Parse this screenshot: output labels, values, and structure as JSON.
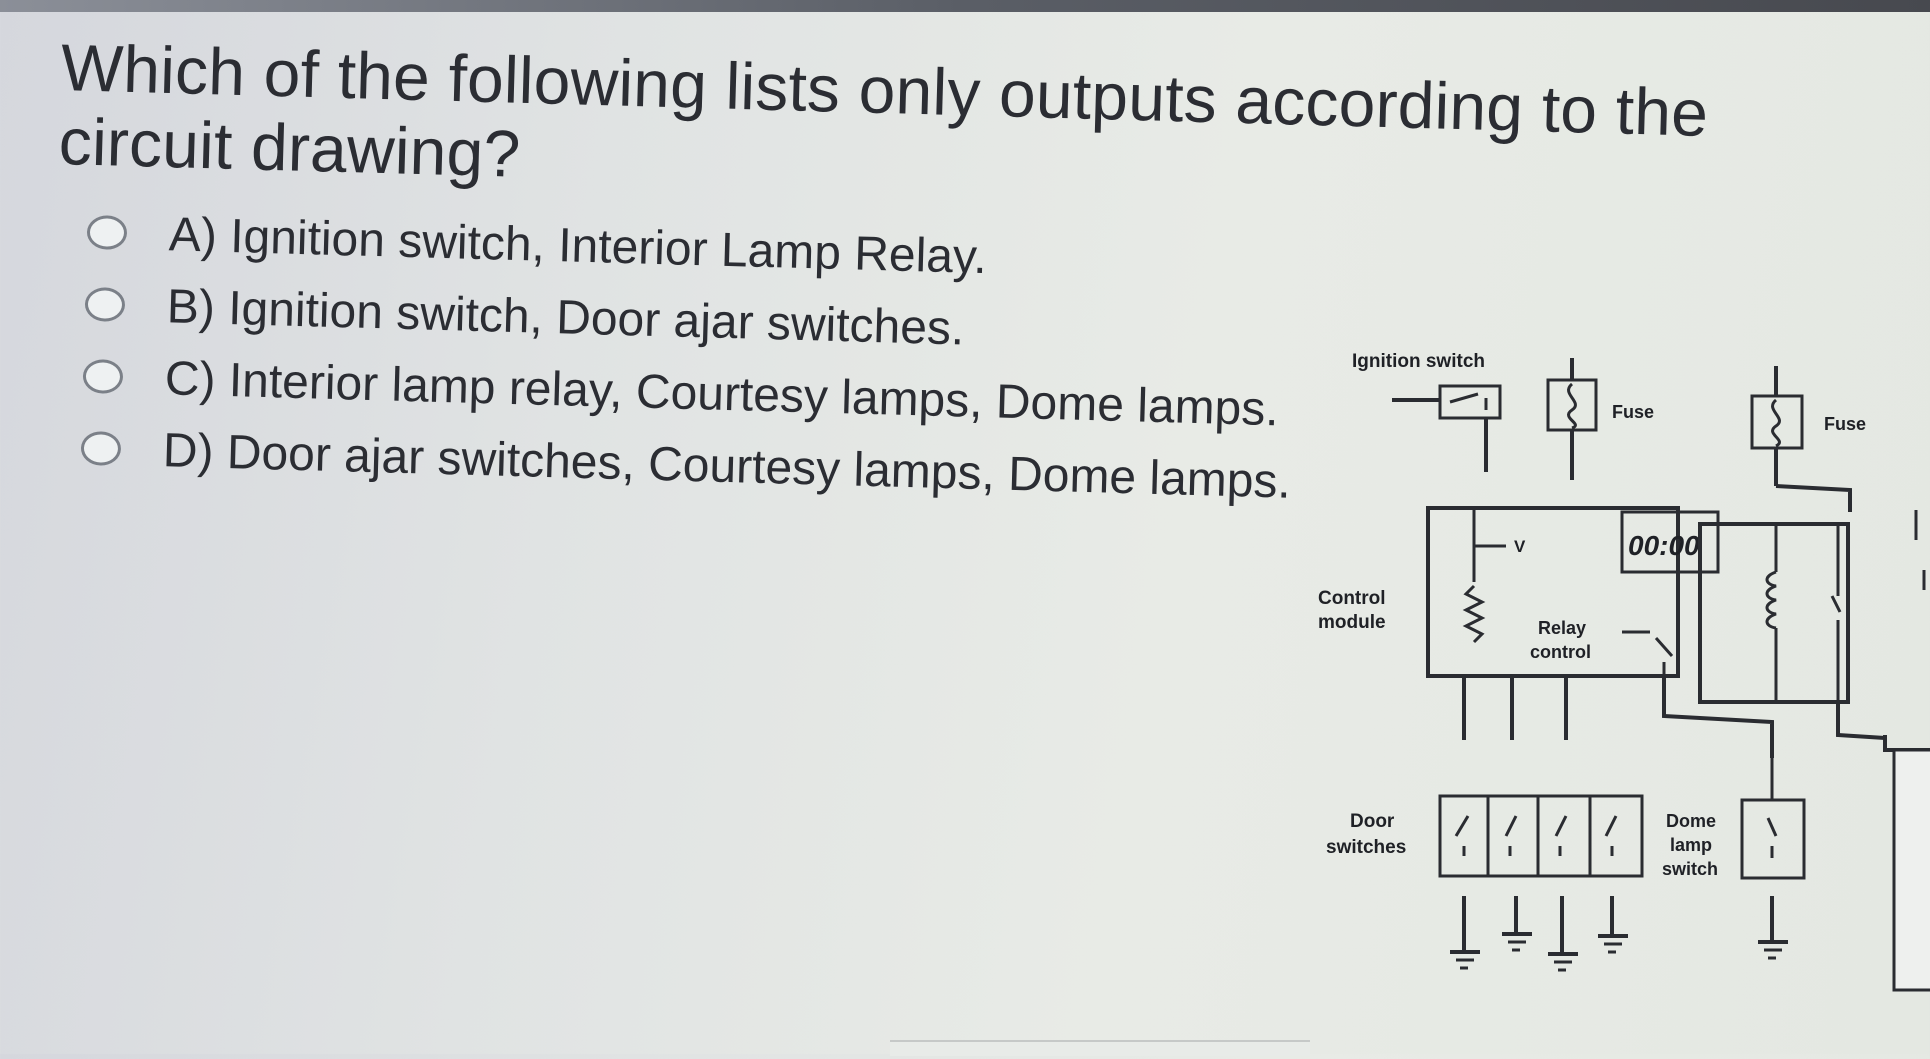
{
  "question": {
    "text": "Which of the following lists only outputs according to the circuit drawing?"
  },
  "options": [
    {
      "label": "A) Ignition switch, Interior Lamp Relay.",
      "selected": false
    },
    {
      "label": "B) Ignition switch, Door ajar switches.",
      "selected": false
    },
    {
      "label": "C) Interior lamp relay, Courtesy lamps, Dome lamps.",
      "selected": false
    },
    {
      "label": "D) Door ajar switches, Courtesy lamps, Dome lamps.",
      "selected": false
    }
  ],
  "diagram": {
    "ignition_switch_label": "Ignition switch",
    "fuse_label_1": "Fuse",
    "fuse_label_2": "Fuse",
    "voltage_label": "V",
    "clock_display": "00:00",
    "control_module_line1": "Control",
    "control_module_line2": "module",
    "relay_control_line1": "Relay",
    "relay_control_line2": "control",
    "door_switches_line1": "Door",
    "door_switches_line2": "switches",
    "dome_lamp_switch_line1": "Dome",
    "dome_lamp_switch_line2": "lamp",
    "dome_lamp_switch_line3": "switch"
  }
}
